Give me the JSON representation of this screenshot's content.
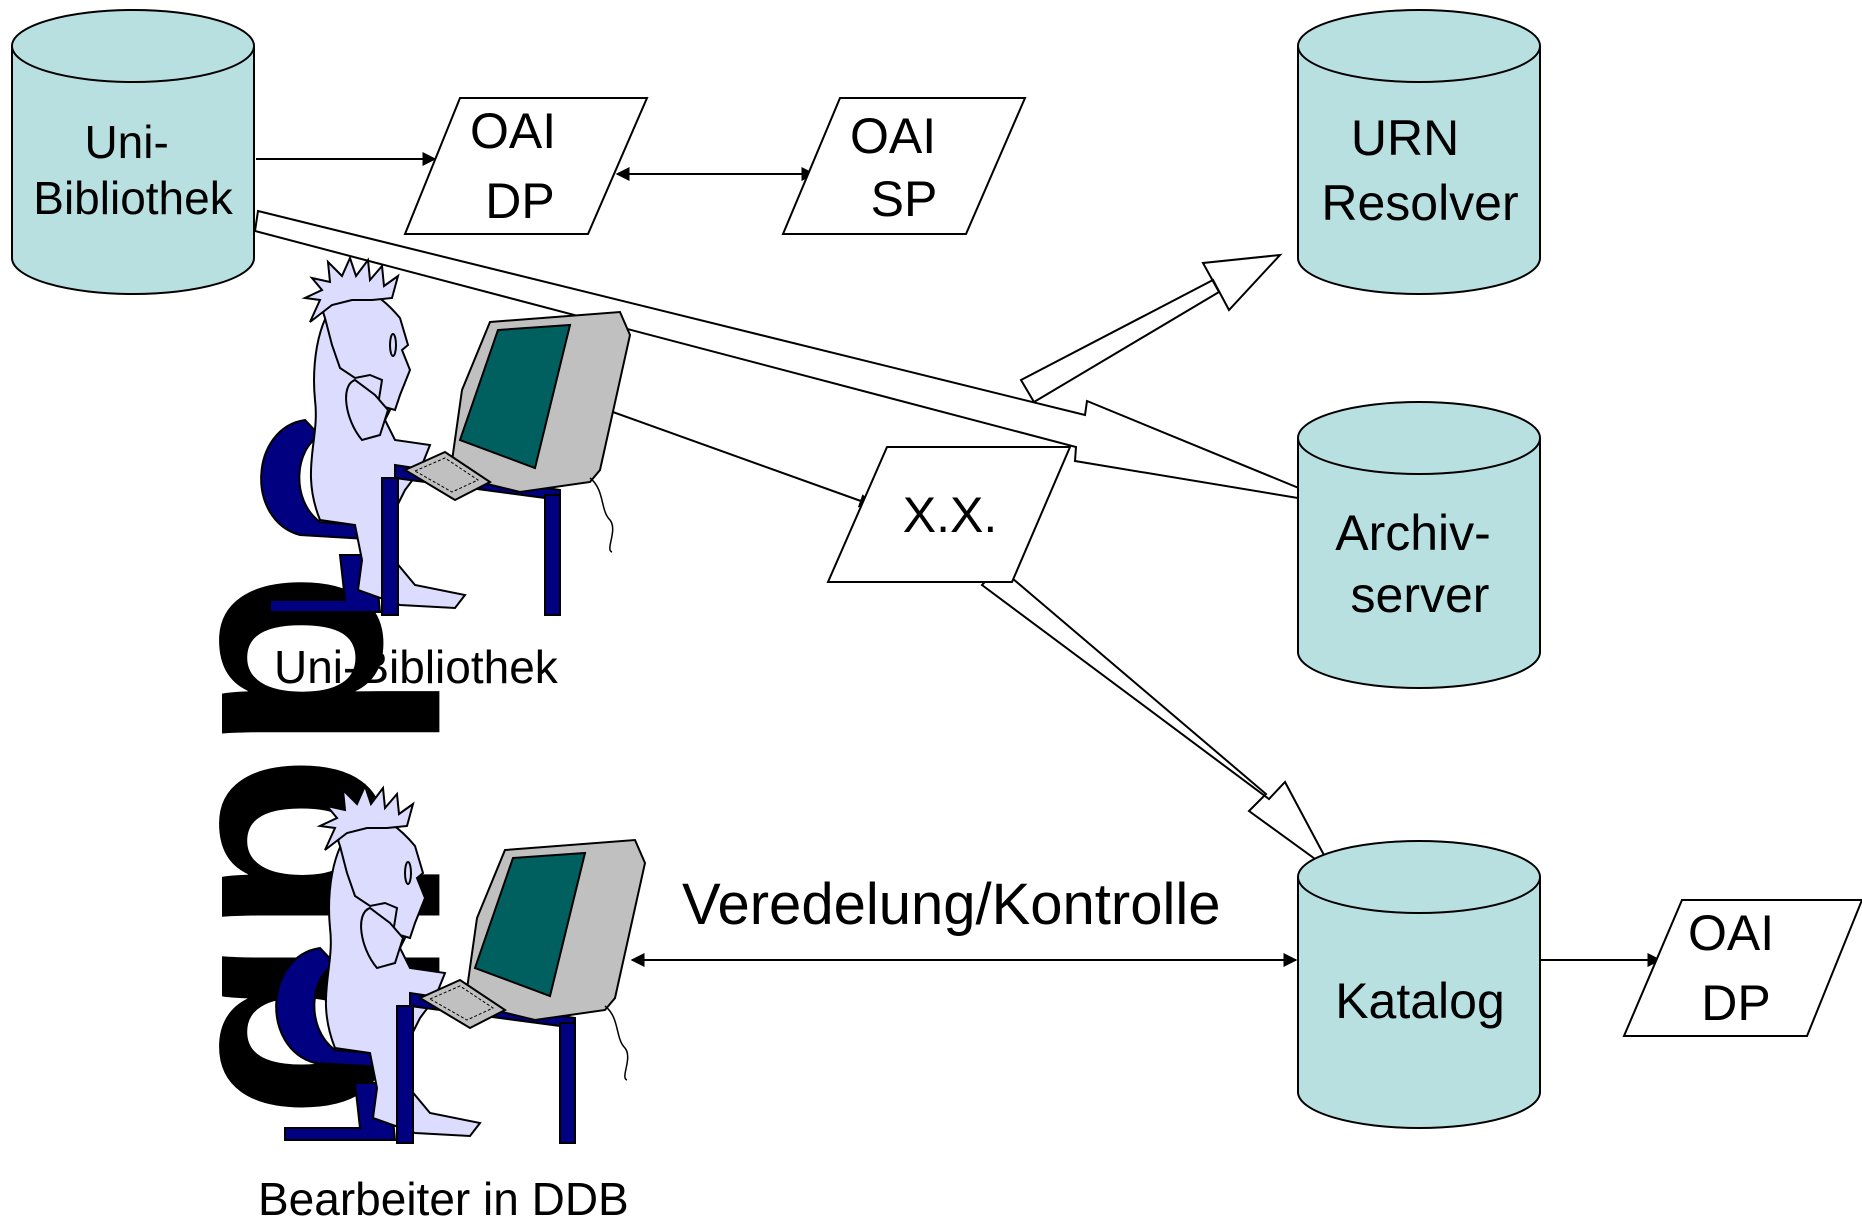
{
  "nodes": {
    "uni_db": {
      "lines": [
        "Uni-",
        "Bibliothek"
      ]
    },
    "oai_dp_top": {
      "lines": [
        "OAI",
        "DP"
      ]
    },
    "oai_sp": {
      "lines": [
        "OAI",
        "SP"
      ]
    },
    "urn_resolver": {
      "lines": [
        "URN",
        "Resolver"
      ]
    },
    "archiv_server": {
      "lines": [
        "Archiv-",
        "server"
      ]
    },
    "xx": {
      "lines": [
        "X.X."
      ]
    },
    "katalog": {
      "lines": [
        "Katalog"
      ]
    },
    "oai_dp_bottom": {
      "lines": [
        "OAI",
        "DP"
      ]
    }
  },
  "persons": {
    "uni_user": {
      "caption": "Uni-Bibliothek"
    },
    "ddb_user": {
      "caption": "Bearbeiter in DDB"
    }
  },
  "edges": {
    "veredelung": {
      "label": "Veredelung/Kontrolle"
    }
  },
  "watermark": {
    "text": "ddb"
  },
  "colors": {
    "cylinder_fill": "#b9e0e1",
    "person_fill": "#dcdcff",
    "chair": "#000080",
    "screen": "#006060",
    "monitor": "#c0c0c0",
    "watermark": "#d6d6d6"
  }
}
